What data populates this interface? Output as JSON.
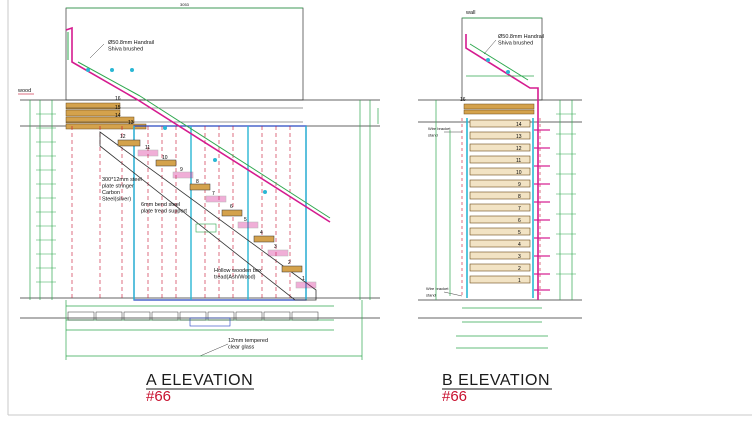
{
  "colors": {
    "green": "#2fa84f",
    "magenta": "#d51b8f",
    "cyan": "#2ab7d4",
    "red": "#c8102e",
    "dark": "#222222",
    "wood": "#d4a24c",
    "blue": "#1f3fbf"
  },
  "elevation_a": {
    "title": "A  ELEVATION",
    "number": "#66",
    "label_wood": "wood",
    "label_handrail": "Ø50.8mm Handrail\nShiva brushed",
    "label_stringer": "300*12mm steel\nplate stringer\nCarbon\nSteel(silver)",
    "label_tread_support": "6mm bend steel\nplate tread support",
    "label_tread": "Hollow wooden box\ntread(Ash/Wood)",
    "label_glass": "12mm tempered\nclear glass",
    "landing_numbers": [
      "16",
      "15",
      "14",
      "13"
    ],
    "step_numbers": [
      "12",
      "11",
      "10",
      "9",
      "8",
      "7",
      "6",
      "5",
      "4",
      "3",
      "2",
      "1"
    ]
  },
  "elevation_b": {
    "title": "B  ELEVATION",
    "number": "#66",
    "label_wall": "wall",
    "label_handrail": "Ø50.8mm Handrail\nShiva brushed",
    "label_bracket_top": "Wire bracket\nstand",
    "label_bracket_bottom": "Wire bracket\nstand",
    "landing_number": "16",
    "step_numbers": [
      "14",
      "13",
      "12",
      "11",
      "10",
      "9",
      "8",
      "7",
      "6",
      "5",
      "4",
      "3",
      "2",
      "1"
    ]
  }
}
